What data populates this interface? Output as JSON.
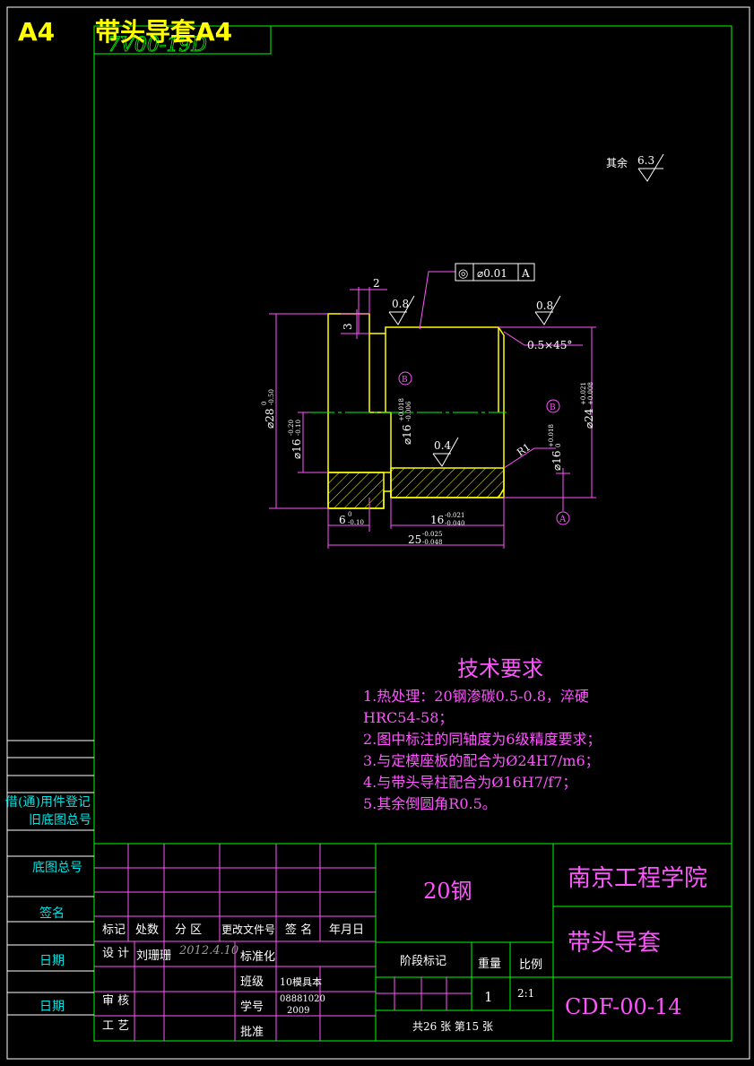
{
  "header": {
    "size_label": "A4",
    "drawing_title": "带头导套A4"
  },
  "roughness_note": {
    "label": "其余",
    "value": "6.3"
  },
  "tolerance_frame": {
    "symbol": "◎",
    "value": "⌀0.01",
    "datum": "A"
  },
  "dimensions": {
    "step_width": "2",
    "step_height": "3",
    "rough_top_left": "0.8",
    "rough_top_right": "0.8",
    "chamfer": "0.5×45°",
    "rough_bore": "0.4",
    "fillet": "R1",
    "outer_dia": "⌀28",
    "outer_dia_tol_upper": "0",
    "outer_dia_tol_lower": "-0.50",
    "step_dia": "⌀16",
    "step_dia_tol_upper": "-0.20",
    "step_dia_tol_lower": "-0.10",
    "bore_dia": "⌀16",
    "bore_dia_tol_upper": "+0.018",
    "bore_dia_tol_lower": "-0.006",
    "body_dia": "⌀24",
    "body_dia_tol_upper": "+0.021",
    "body_dia_tol_lower": "+0.008",
    "inner_dia": "⌀16",
    "inner_dia_tol_upper": "+0.018",
    "inner_dia_tol_lower": "0",
    "datum_ref": "B",
    "datum_letter": "A",
    "len_6": "6",
    "len_6_tol_upper": "0",
    "len_6_tol_lower": "-0.10",
    "len_16": "16",
    "len_16_tol_upper": "-0.021",
    "len_16_tol_lower": "-0.040",
    "len_25": "25",
    "len_25_tol_upper": "-0.025",
    "len_25_tol_lower": "-0.048"
  },
  "tech_requirements": {
    "title": "技术要求",
    "lines": [
      "1.热处理：20钢渗碳0.5-0.8，淬硬",
      "HRC54-58；",
      "2.图中标注的同轴度为6级精度要求；",
      "3.与定模座板的配合为Ø24H7/m6；",
      "4.与带头导柱配合为Ø16H7/f7；",
      "5.其余倒圆角R0.5。"
    ]
  },
  "side_labels": {
    "registration": "借(通)用件登记",
    "old_drawing_no": "旧底图总号",
    "base_drawing_no": "底图总号",
    "signature": "签名",
    "date1": "日期",
    "date2": "日期"
  },
  "title_block": {
    "material": "20钢",
    "school": "南京工程学院",
    "part_name": "带头导套",
    "drawing_no": "CDF-00-14",
    "headers": {
      "mark": "标记",
      "count": "处数",
      "zone": "分 区",
      "change_doc": "更改文件号",
      "sign": "签 名",
      "date": "年月日"
    },
    "design_label": "设 计",
    "designer": "刘珊珊",
    "design_date": "2012.4.10",
    "standardize": "标准化",
    "stage_mark": "阶段标记",
    "weight": "重量",
    "scale": "比例",
    "class_label": "班级",
    "class_value": "10模具本",
    "student_no_label": "学号",
    "student_no_1": "08881020",
    "student_no_2": "2009",
    "review": "审 核",
    "approve": "批准",
    "process": "工 艺",
    "quantity": "1",
    "scale_value": "2:1",
    "sheets": "共26 张   第15 张"
  },
  "colors": {
    "frame": "#00ff00",
    "dimension": "#ff55ff",
    "part": "#ffff00",
    "text_cyan": "#00e5e5"
  }
}
